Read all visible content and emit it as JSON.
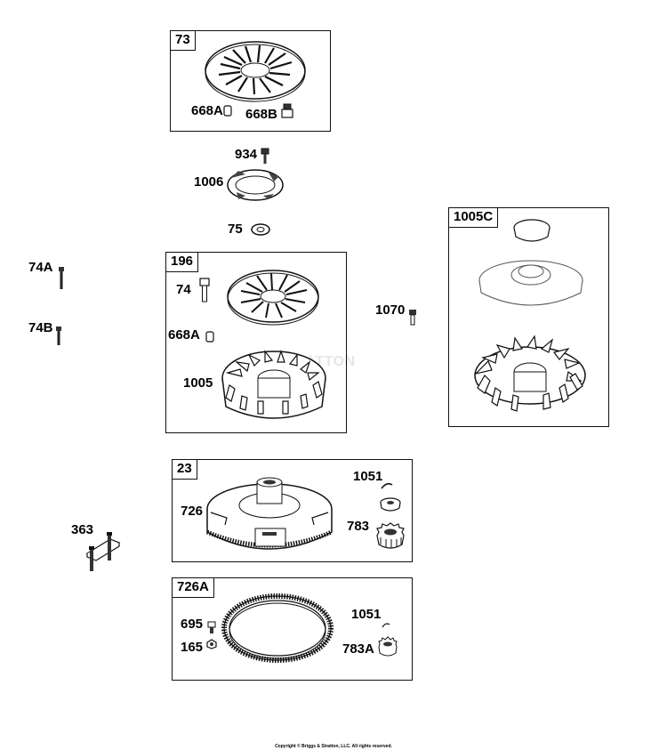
{
  "diagram": {
    "groups": [
      {
        "id": "73",
        "label": "73"
      },
      {
        "id": "196",
        "label": "196"
      },
      {
        "id": "1005C",
        "label": "1005C"
      },
      {
        "id": "23",
        "label": "23"
      },
      {
        "id": "726A",
        "label": "726A"
      }
    ],
    "parts": {
      "p668A_top": "668A",
      "p668B": "668B",
      "p934": "934",
      "p1006": "1006",
      "p75": "75",
      "p74A": "74A",
      "p74B": "74B",
      "p74": "74",
      "p668A": "668A",
      "p1005": "1005",
      "p1070": "1070",
      "p726": "726",
      "p1051_a": "1051",
      "p783": "783",
      "p363": "363",
      "p695": "695",
      "p165": "165",
      "p1051_b": "1051",
      "p783A": "783A"
    },
    "watermark": "STRATTON",
    "copyright": "Copyright © Briggs & Stratton, LLC. All rights reserved."
  }
}
